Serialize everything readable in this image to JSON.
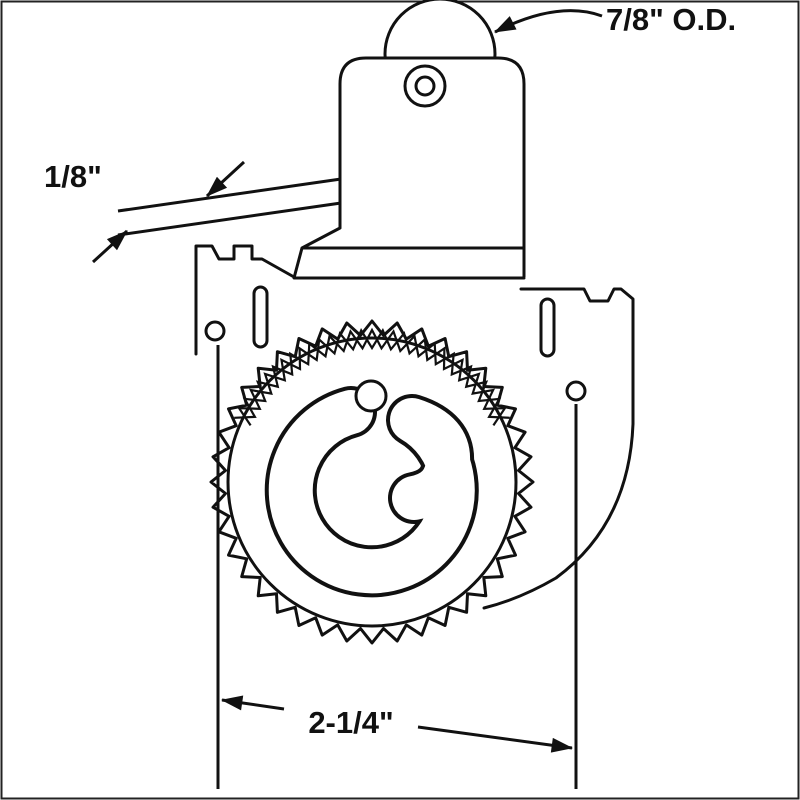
{
  "colors": {
    "ink": "#111111",
    "background": "#ffffff"
  },
  "labels": {
    "roller_od": "7/8\" O.D.",
    "bar_thickness": "1/8\"",
    "mount_spacing": "2-1/4\""
  }
}
